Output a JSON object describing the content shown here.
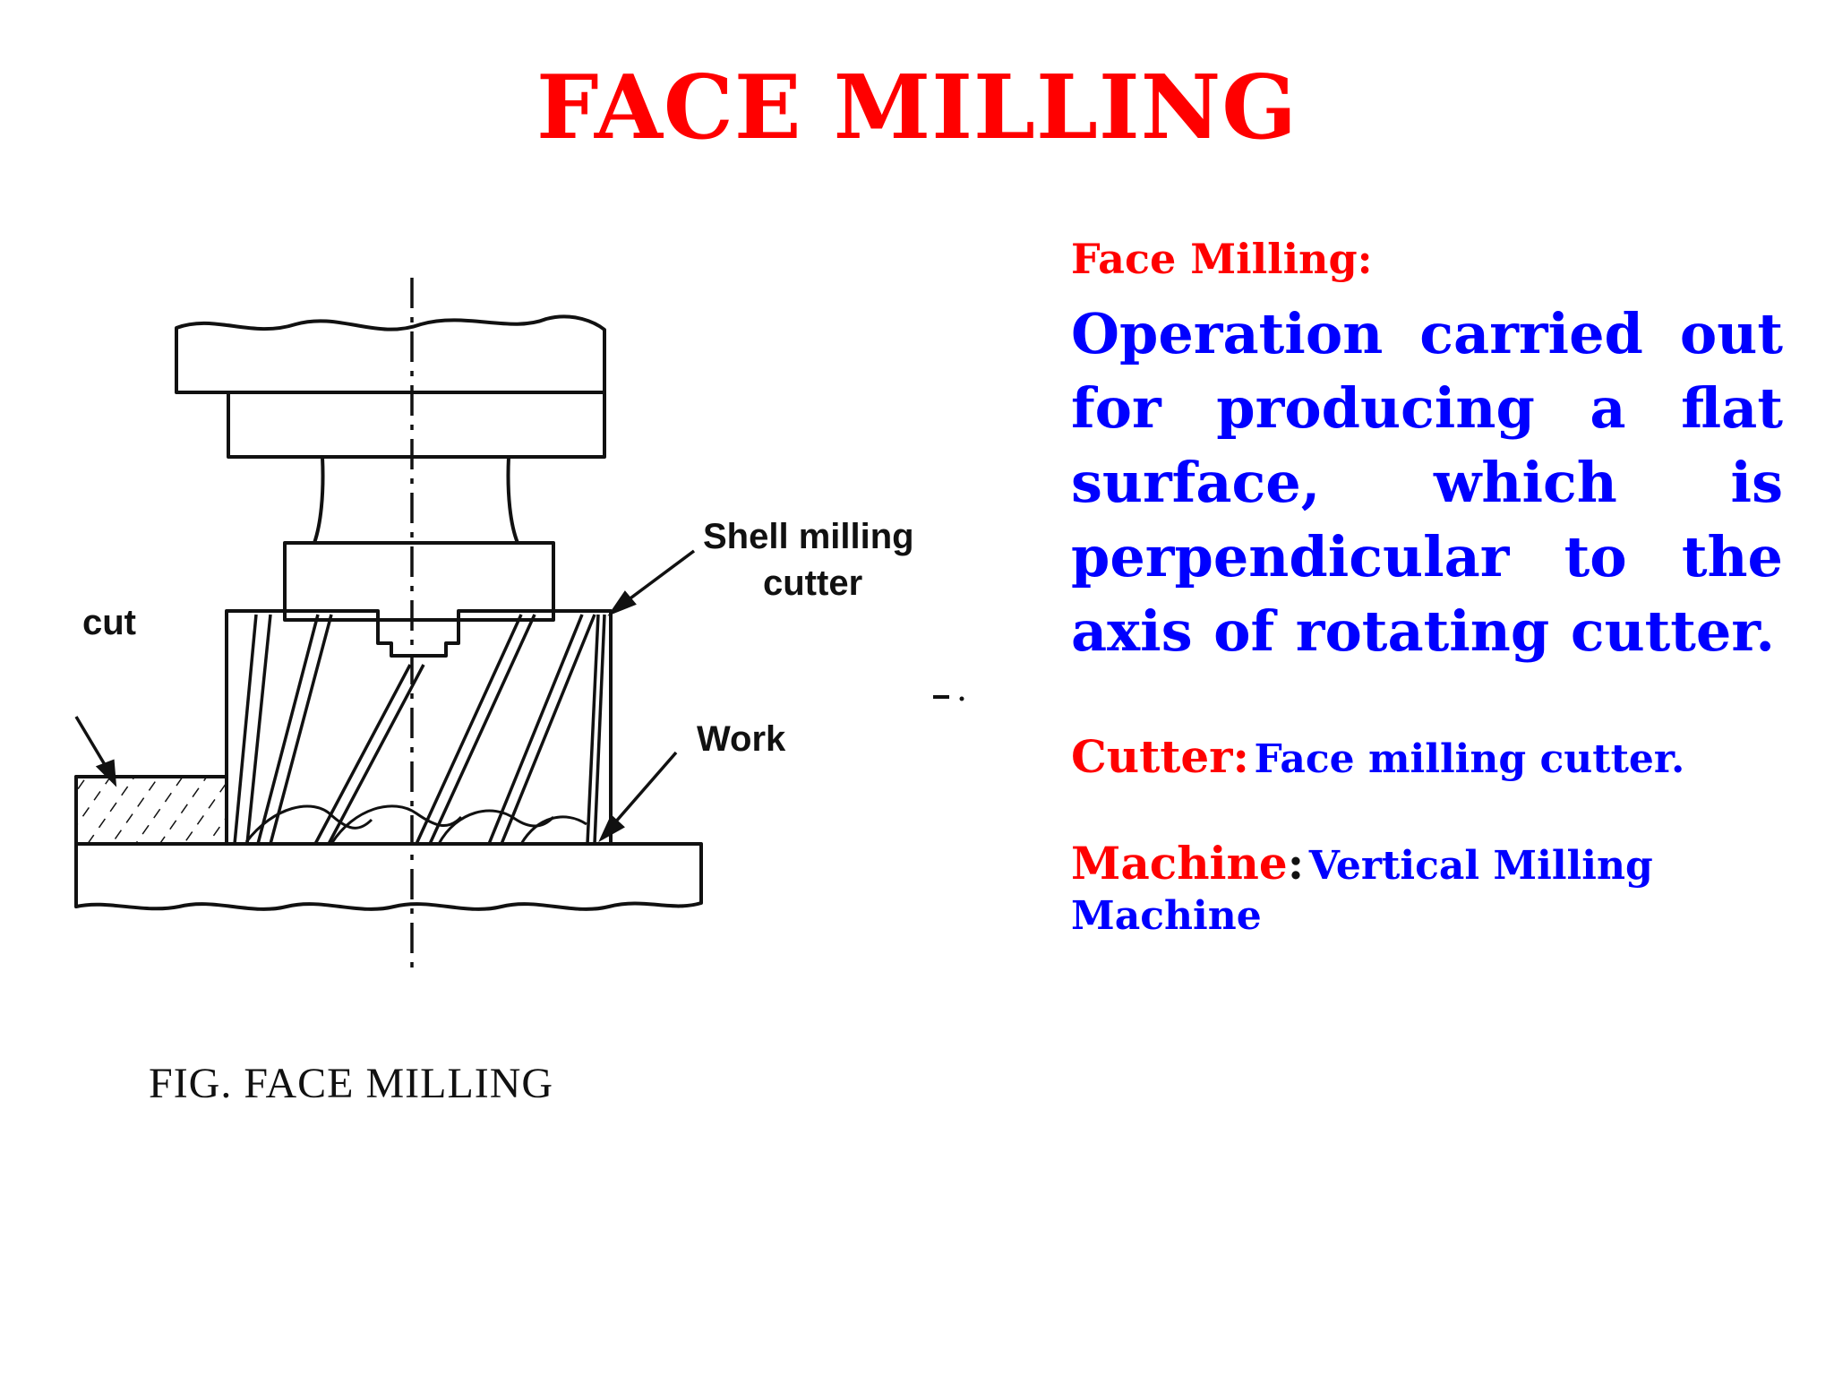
{
  "title": "FACE MILLING",
  "figure": {
    "labels": {
      "shell_line1": "Shell milling",
      "shell_line2": "cutter",
      "work": "Work",
      "cut": "cut"
    },
    "caption": "FIG. FACE MILLING"
  },
  "panel": {
    "heading": "Face Milling:",
    "description": "Operation carried out for producing a flat surface, which is perpendicular to the axis of rotating cutter.",
    "cutter": {
      "key": "Cutter:",
      "value": "Face milling cutter."
    },
    "machine": {
      "key": "Machine",
      "colon": ":",
      "value": "Vertical Milling Machine"
    }
  },
  "colors": {
    "title": "#ff0000",
    "heading": "#ff0000",
    "body": "#0000ff",
    "line_art": "#111111"
  }
}
